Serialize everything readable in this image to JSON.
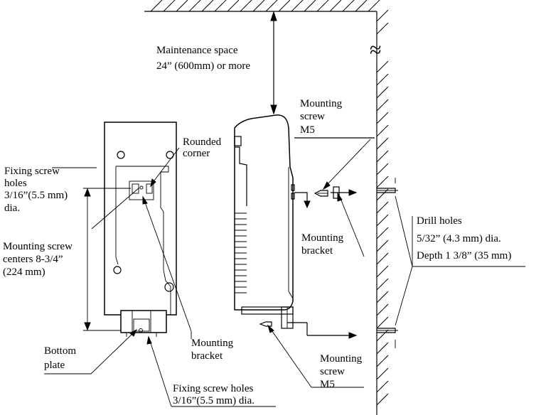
{
  "labels": {
    "maintenance_line1": "Maintenance space",
    "maintenance_line2": "24” (600mm) or more",
    "mounting_screw_top_line1": "Mounting",
    "mounting_screw_top_line2": "screw",
    "mounting_screw_top_line3": "M5",
    "rounded_corner_line1": "Rounded",
    "rounded_corner_line2": "corner",
    "fixing_holes_line1": "Fixing screw",
    "fixing_holes_line2": "holes",
    "fixing_holes_line3": "3/16”(5.5 mm)",
    "fixing_holes_line4": "dia.",
    "screw_centers_line1": "Mounting screw",
    "screw_centers_line2": "centers 8-3/4”",
    "screw_centers_line3": "(224 mm)",
    "bracket_right_line1": "Mounting",
    "bracket_right_line2": "bracket",
    "drill_line1": "Drill holes",
    "drill_line2": "5/32” (4.3 mm) dia.",
    "drill_line3": "Depth 1 3/8” (35 mm)",
    "bracket_bottom_line1": "Mounting",
    "bracket_bottom_line2": "bracket",
    "bottom_plate_line1": "Bottom",
    "bottom_plate_line2": "plate",
    "screw_bottom_line1": "Mounting",
    "screw_bottom_line2": "screw",
    "screw_bottom_line3": "M5",
    "fixing_bottom_line1": "Fixing screw holes",
    "fixing_bottom_line2": "3/16”(5.5 mm) dia.",
    "wall_break_symbol": "≈"
  }
}
